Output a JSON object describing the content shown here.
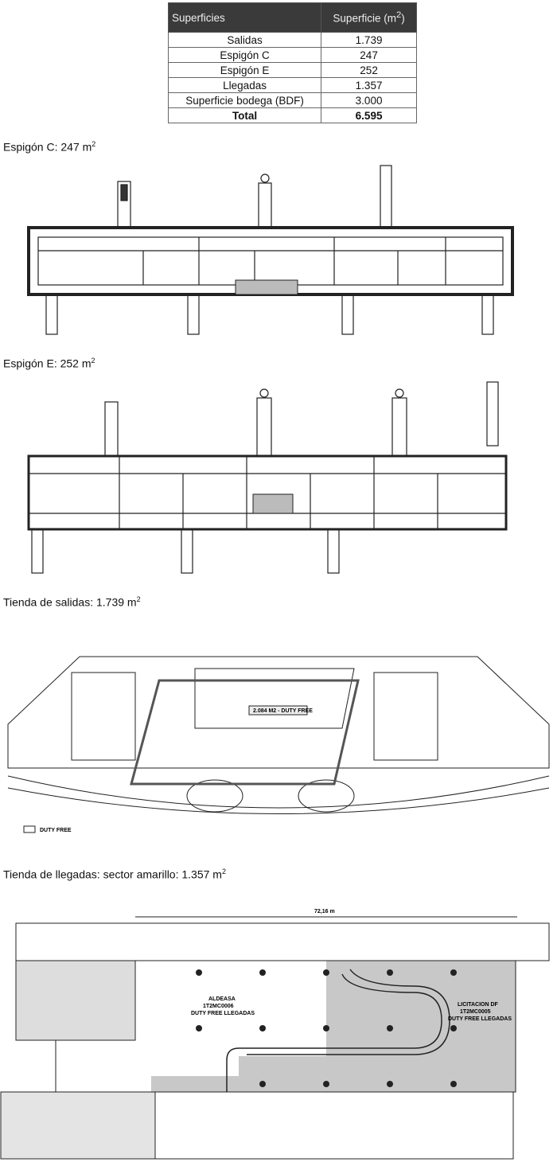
{
  "table": {
    "headers": [
      "Superficies",
      "Superficie (m",
      "2",
      ")"
    ],
    "rows": [
      {
        "name": "Salidas",
        "value": "1.739"
      },
      {
        "name": "Espigón C",
        "value": "247"
      },
      {
        "name": "Espigón E",
        "value": "252"
      },
      {
        "name": "Llegadas",
        "value": "1.357"
      },
      {
        "name": "Superficie bodega (BDF)",
        "value": "3.000"
      }
    ],
    "total": {
      "name": "Total",
      "value": "6.595"
    }
  },
  "sections": {
    "espigon_c": {
      "title": "Espigón C: 247 m",
      "sup": "2"
    },
    "espigon_e": {
      "title": "Espigón E: 252 m",
      "sup": "2"
    },
    "salidas": {
      "title": "Tienda de salidas: 1.739 m",
      "sup": "2",
      "plan_label": "2.084 M2 - DUTY FREE",
      "legend": "DUTY FREE"
    },
    "llegadas": {
      "title": "Tienda de llegadas: sector amarillo: 1.357 m",
      "sup": "2",
      "plan_label_1": "ALDEASA",
      "plan_label_2": "1T2MC0006",
      "plan_label_3": "DUTY FREE LLEGADAS",
      "plan_label_4": "LICITACION DF",
      "plan_label_5": "1T2MC0005",
      "plan_label_6": "DUTY FREE LLEGADAS",
      "dimension": "72,16 m"
    }
  },
  "colors": {
    "header_bg": "#3a3a3a",
    "shaded_area": "#c8c8c8"
  }
}
